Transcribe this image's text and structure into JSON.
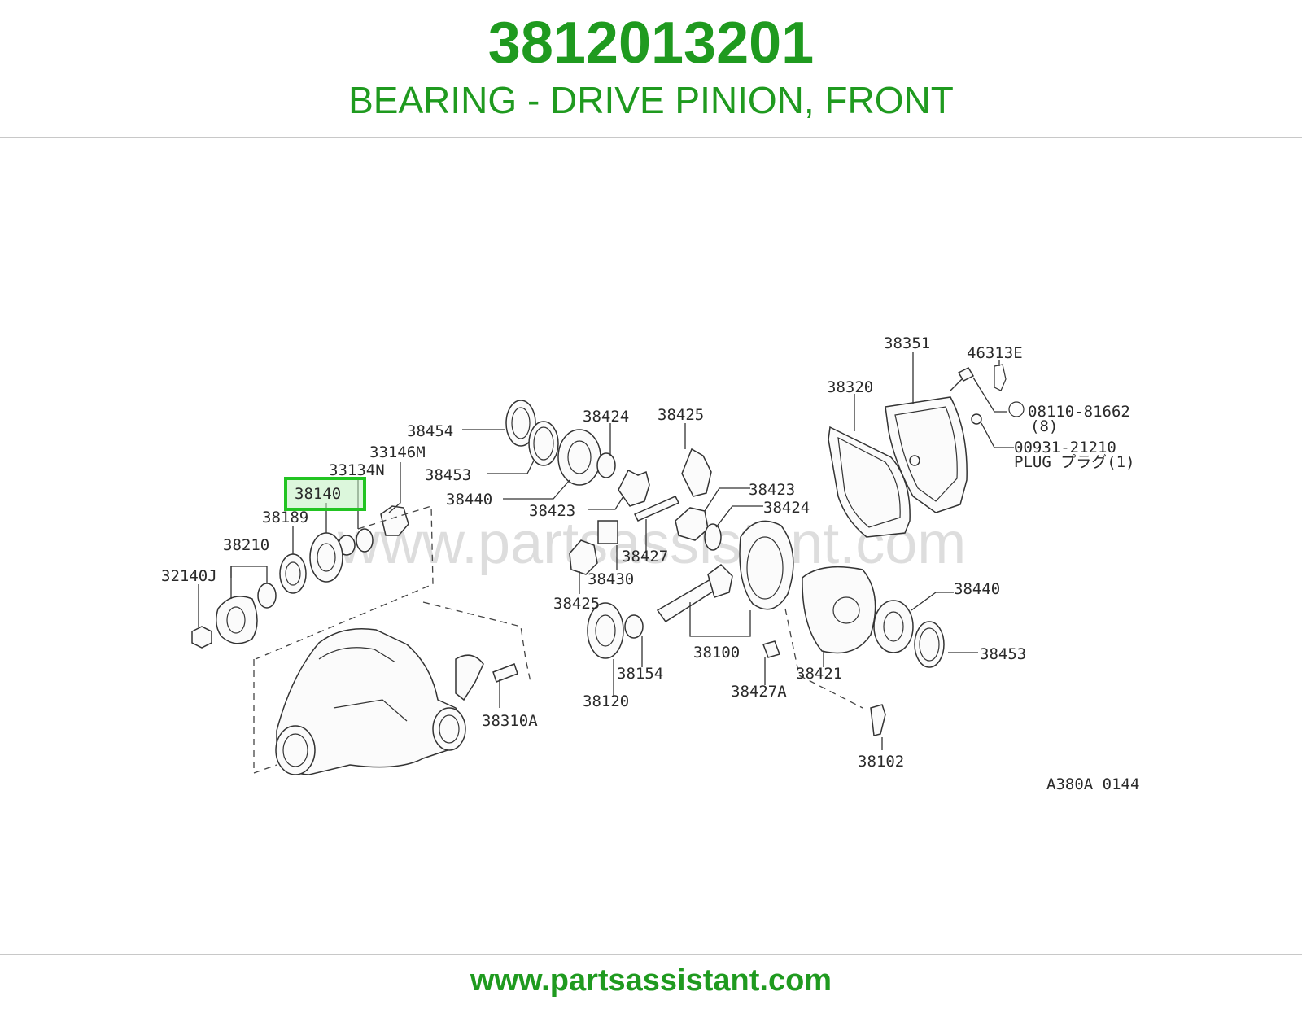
{
  "header": {
    "part_number": "3812013201",
    "description": "BEARING - DRIVE PINION, FRONT"
  },
  "diagram": {
    "watermark": "www.partsassistant.com",
    "figure_code": "A380A 0144",
    "highlighted_part": "38140",
    "highlight_color": "#22c422",
    "labels": {
      "p38351": "38351",
      "p46313E": "46313E",
      "p38320": "38320",
      "p08110": "08110-81662",
      "p08110_qty": "(8)",
      "p00931": "00931-21210",
      "p00931_plug": "PLUG プラグ(1)",
      "p38454": "38454",
      "p38424a": "38424",
      "p38425a": "38425",
      "p33146M": "33146M",
      "p38453a": "38453",
      "p33134N": "33134N",
      "p38440a": "38440",
      "p38423a": "38423",
      "p38423b": "38423",
      "p38424b": "38424",
      "p38140": "38140",
      "p38189": "38189",
      "p38427": "38427",
      "p38210": "38210",
      "p38430": "38430",
      "p32140J": "32140J",
      "p38425b": "38425",
      "p38440b": "38440",
      "p38100": "38100",
      "p38453b": "38453",
      "p38154": "38154",
      "p38421": "38421",
      "p38120": "38120",
      "p38427A": "38427A",
      "p38310A": "38310A",
      "p38102": "38102"
    }
  },
  "footer": {
    "url": "www.partsassistant.com"
  },
  "colors": {
    "brand_green": "#1f9a1f",
    "rule_gray": "#c8c8c8"
  }
}
